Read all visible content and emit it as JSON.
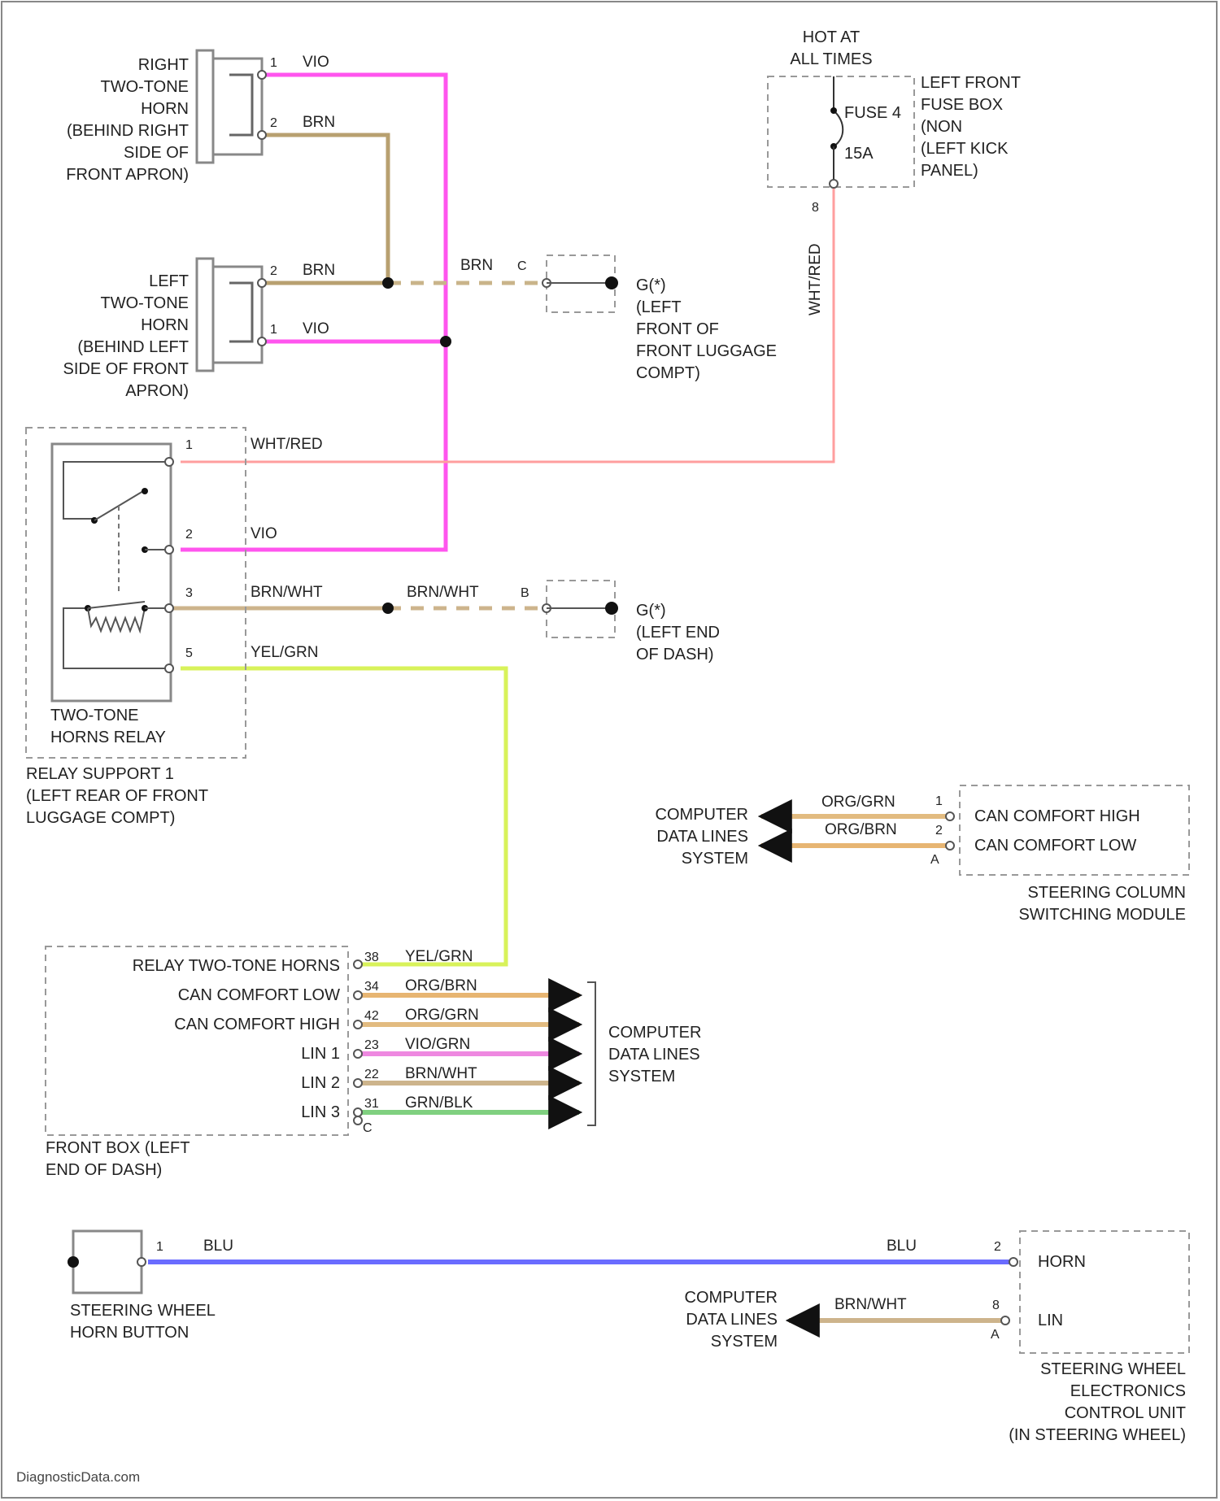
{
  "colors": {
    "vio": "#ff55ee",
    "brn": "#b8a070",
    "brn_dash": "#c9b48a",
    "wht_red": "#ff9e9e",
    "yel_grn": "#d8f25a",
    "org_brn": "#e7b572",
    "org_grn": "#e2bb80",
    "vio_grn": "#ee88e0",
    "brn_wht": "#cdb48c",
    "grn_blk": "#80d080",
    "blu": "#6a6cff",
    "frame": "#888888",
    "line": "#333333"
  },
  "right_horn": {
    "label": [
      "RIGHT",
      "TWO-TONE",
      "HORN",
      "(BEHIND RIGHT",
      "SIDE OF",
      "FRONT APRON)"
    ],
    "pins": [
      "1",
      "2"
    ],
    "wires": [
      "VIO",
      "BRN"
    ]
  },
  "left_horn": {
    "label": [
      "LEFT",
      "TWO-TONE",
      "HORN",
      "(BEHIND LEFT",
      "SIDE OF FRONT",
      "APRON)"
    ],
    "pins": [
      "2",
      "1"
    ],
    "wires": [
      "BRN",
      "VIO"
    ]
  },
  "ground_brn": {
    "wire": "BRN",
    "pin": "C",
    "label": [
      "G(*)",
      "(LEFT",
      "FRONT OF",
      "FRONT LUGGAGE",
      "COMPT)"
    ]
  },
  "fuse_box": {
    "hot": [
      "HOT AT",
      "ALL TIMES"
    ],
    "fuse": [
      "FUSE 4",
      "15A"
    ],
    "label": [
      "LEFT FRONT",
      "FUSE BOX",
      "(NON",
      "(LEFT KICK",
      "PANEL)"
    ],
    "pin": "8",
    "wire": "WHT/RED"
  },
  "relay": {
    "pins": [
      "1",
      "2",
      "3",
      "5"
    ],
    "wires": [
      "WHT/RED",
      "VIO",
      "BRN/WHT",
      "YEL/GRN"
    ],
    "label": [
      "TWO-TONE",
      "HORNS RELAY"
    ],
    "support": [
      "RELAY SUPPORT 1",
      "(LEFT REAR OF FRONT",
      "LUGGAGE COMPT)"
    ]
  },
  "ground_brnwht": {
    "wire": "BRN/WHT",
    "pin": "B",
    "label": [
      "G(*)",
      "(LEFT END",
      "OF DASH)"
    ]
  },
  "steering_column": {
    "left_label": [
      "COMPUTER",
      "DATA LINES",
      "SYSTEM"
    ],
    "wires": [
      "ORG/GRN",
      "ORG/BRN"
    ],
    "pins": [
      "1",
      "2",
      "A"
    ],
    "lines": [
      "CAN COMFORT HIGH",
      "CAN COMFORT LOW"
    ],
    "label": [
      "STEERING COLUMN",
      "SWITCHING MODULE"
    ]
  },
  "front_box": {
    "rows": [
      {
        "name": "RELAY TWO-TONE HORNS",
        "pin": "38",
        "wire": "YEL/GRN"
      },
      {
        "name": "CAN COMFORT LOW",
        "pin": "34",
        "wire": "ORG/BRN"
      },
      {
        "name": "CAN COMFORT HIGH",
        "pin": "42",
        "wire": "ORG/GRN"
      },
      {
        "name": "LIN 1",
        "pin": "23",
        "wire": "VIO/GRN"
      },
      {
        "name": "LIN 2",
        "pin": "22",
        "wire": "BRN/WHT"
      },
      {
        "name": "LIN 3",
        "pin": "31",
        "wire": "GRN/BLK"
      }
    ],
    "end_pin": "C",
    "right_label": [
      "COMPUTER",
      "DATA LINES",
      "SYSTEM"
    ],
    "label": [
      "FRONT BOX (LEFT",
      "END OF DASH)"
    ]
  },
  "horn_button": {
    "pin": "1",
    "wire": "BLU",
    "label": [
      "STEERING WHEEL",
      "HORN BUTTON"
    ]
  },
  "swecu": {
    "pins": [
      "2",
      "8",
      "A"
    ],
    "wires": [
      "BLU",
      "BRN/WHT"
    ],
    "lines": [
      "HORN",
      "LIN"
    ],
    "left_label": [
      "COMPUTER",
      "DATA LINES",
      "SYSTEM"
    ],
    "label": [
      "STEERING WHEEL",
      "ELECTRONICS",
      "CONTROL UNIT",
      "(IN STEERING WHEEL)"
    ]
  },
  "footer": "DiagnosticData.com"
}
